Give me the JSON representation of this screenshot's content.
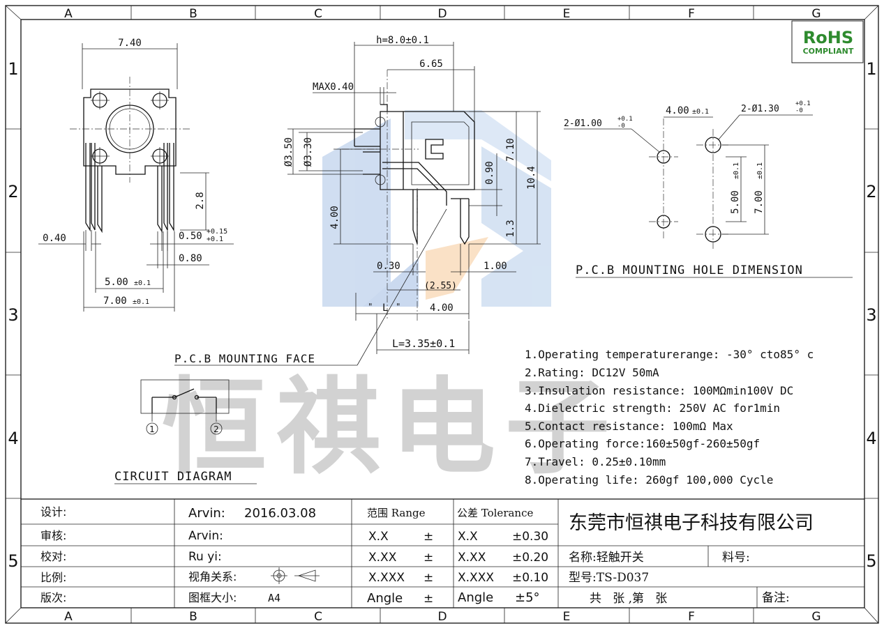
{
  "border": {
    "columns": [
      "A",
      "B",
      "C",
      "D",
      "E",
      "F",
      "G"
    ],
    "rows": [
      "1",
      "2",
      "3",
      "4",
      "5"
    ]
  },
  "rohs": {
    "title": "RoHS",
    "subtitle": "COMPLIANT"
  },
  "watermark": {
    "text": "恒祺电子"
  },
  "side_view": {
    "width": "7.40",
    "height": "2.8",
    "lead_width": "0.40",
    "lead_tol_main": "0.50",
    "lead_tol_sup": "+0.15",
    "lead_tol_sub": "+0.1",
    "lead_gap": "0.80",
    "pitch_inner": "5.00",
    "pitch_outer": "7.00",
    "tol_small": "±0.1"
  },
  "front_view": {
    "h": "h=8.0±0.1",
    "d665": "6.65",
    "max040": "MAX0.40",
    "d350": "Ø3.50",
    "d330": "Ø3.30",
    "d400v": "4.00",
    "d090": "0.90",
    "d710": "7.10",
    "d104": "10.4",
    "d13": "1.3",
    "d030": "0.30",
    "d100": "1.00",
    "d255": "(2.55)",
    "l_mark": "L",
    "d400h": "4.00",
    "l_total": "L=3.35±0.1",
    "pcb_face": "P.C.B MOUNTING FACE"
  },
  "pcb_holes": {
    "d400": "4.00",
    "tol": "±0.1",
    "hole_small": "2-Ø1.00",
    "hole_large": "2-Ø1.30",
    "sup": "+0.1",
    "sub": "-0",
    "d500": "5.00",
    "d700": "7.00",
    "title": "P.C.B MOUNTING HOLE DIMENSION"
  },
  "circuit": {
    "pin1": "1",
    "pin2": "2",
    "title": "CIRCUIT DIAGRAM"
  },
  "specs": [
    "1.Operating temperaturerange: -30° cto85° c",
    "2.Rating: DC12V 50mA",
    "3.Insulation resistance: 100MΩmin100V DC",
    "4.Dielectric strength: 250V AC for1min",
    "5.Contact resistance: 100mΩ  Max",
    "6.Operating force:160±50gf-260±50gf",
    "7.Travel: 0.25±0.10mm",
    "8.Operating life: 260gf 100,000 Cycle"
  ],
  "title_block": {
    "labels": [
      "设计:",
      "审核:",
      "校对:",
      "比例:",
      "版次:"
    ],
    "designer": "Arvin:",
    "date": "2016.03.08",
    "reviewer": "Arvin:",
    "checker": "Ru  yi:",
    "view_label": "视角关系:",
    "frame_label": "图框大小:",
    "frame_value": "A4",
    "range_header": "范围 Range",
    "tolerance_header": "公差 Tolerance",
    "range_rows": [
      "X.X",
      "X.XX",
      "X.XXX",
      "Angle"
    ],
    "range_pm": "±",
    "tol_rows": [
      {
        "label": "X.X",
        "value": "±0.30"
      },
      {
        "label": "X.XX",
        "value": "±0.20"
      },
      {
        "label": "X.XXX",
        "value": "±0.10"
      },
      {
        "label": "Angle",
        "value": "±5°"
      }
    ],
    "company": "东莞市恒祺电子科技有限公司",
    "name": "名称:轻触开关",
    "material": "料号:",
    "model": "型号:TS-D037",
    "sheets": "共   张 ,第   张",
    "remark": "备注:"
  }
}
